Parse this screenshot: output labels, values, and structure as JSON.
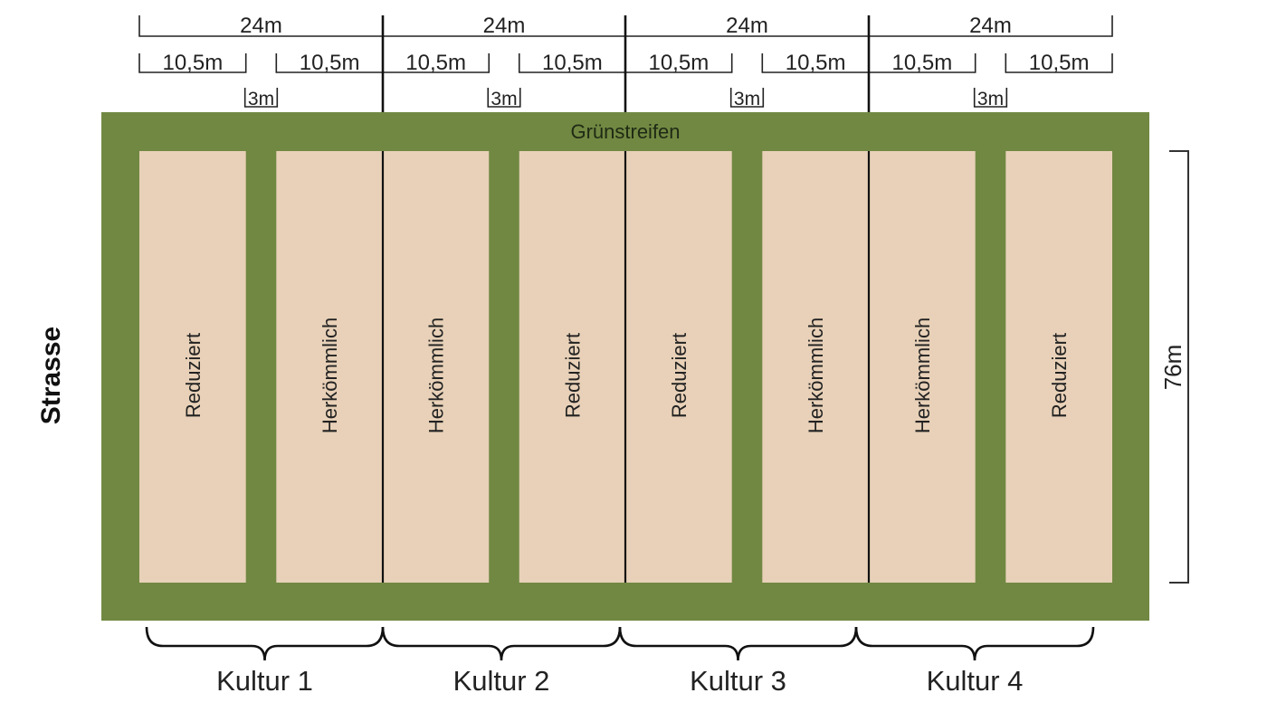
{
  "colors": {
    "green_strip": "#718842",
    "plot": "#e8d1b8",
    "line": "#222222"
  },
  "labels": {
    "road": "Strasse",
    "green_strip": "Grünstreifen",
    "field_length": "76m"
  },
  "blocks": [
    {
      "width_label": "24m",
      "plot_width_label_left": "10,5m",
      "plot_width_label_right": "10,5m",
      "gap_label": "3m",
      "culture": "Kultur 1",
      "plots": [
        "Reduziert",
        "Herkömmlich"
      ]
    },
    {
      "width_label": "24m",
      "plot_width_label_left": "10,5m",
      "plot_width_label_right": "10,5m",
      "gap_label": "3m",
      "culture": "Kultur 2",
      "plots": [
        "Herkömmlich",
        "Reduziert"
      ]
    },
    {
      "width_label": "24m",
      "plot_width_label_left": "10,5m",
      "plot_width_label_right": "10,5m",
      "gap_label": "3m",
      "culture": "Kultur 3",
      "plots": [
        "Reduziert",
        "Herkömmlich"
      ]
    },
    {
      "width_label": "24m",
      "plot_width_label_left": "10,5m",
      "plot_width_label_right": "10,5m",
      "gap_label": "3m",
      "culture": "Kultur 4",
      "plots": [
        "Herkömmlich",
        "Reduziert"
      ]
    }
  ]
}
